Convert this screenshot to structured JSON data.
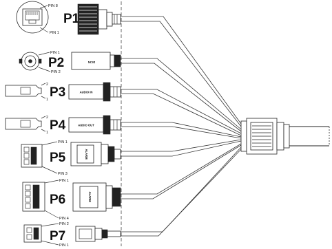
{
  "connectors": [
    {
      "label": "P1",
      "pins": [
        "PIN 8",
        "PIN 1"
      ]
    },
    {
      "label": "P2",
      "pins": [
        "PIN 1",
        "PIN 2"
      ],
      "text": "DCIN"
    },
    {
      "label": "P3",
      "pins": [
        "2",
        "1"
      ],
      "text": "AUDIO IN"
    },
    {
      "label": "P4",
      "pins": [
        "2",
        "1"
      ],
      "text": "AUDIO OUT"
    },
    {
      "label": "P5",
      "pins": [
        "PIN 1",
        "PIN 3"
      ],
      "text": "ALARM"
    },
    {
      "label": "P6",
      "pins": [
        "PIN 1",
        "PIN 4"
      ],
      "text": "ALARM"
    },
    {
      "label": "P7",
      "pins": [
        "PIN 2",
        "PIN 1"
      ]
    }
  ]
}
